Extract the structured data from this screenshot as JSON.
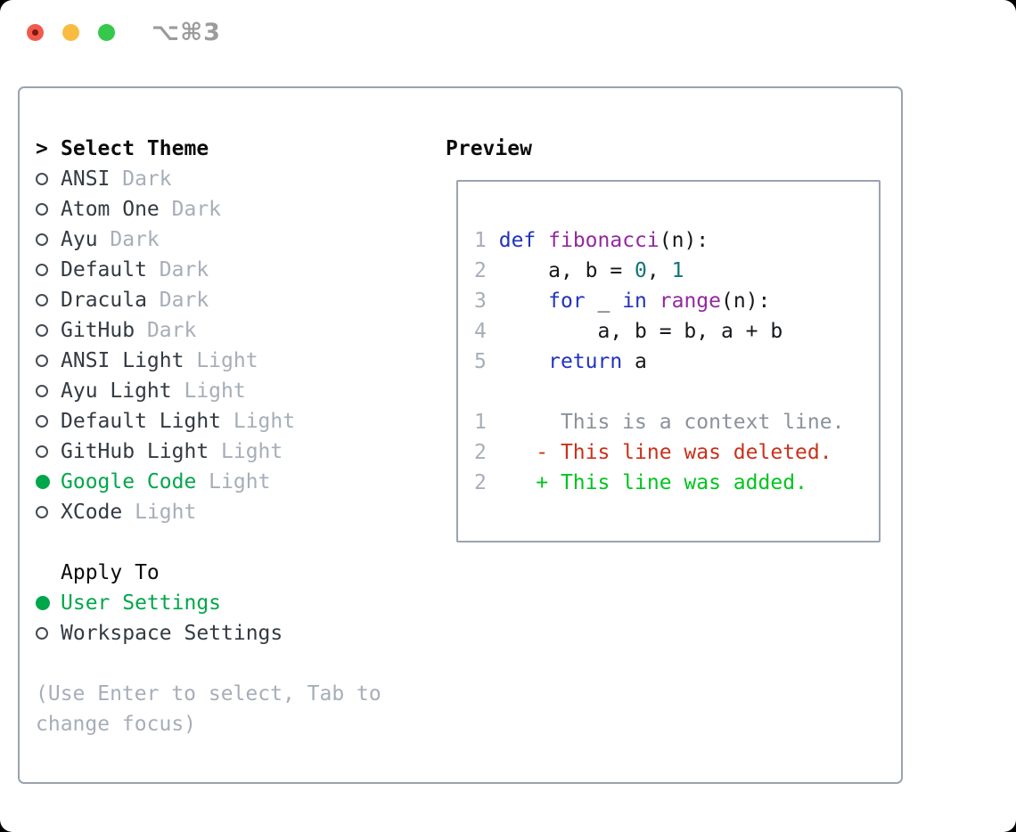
{
  "window": {
    "title": "⌥⌘3",
    "traffic_lights": [
      {
        "name": "close",
        "color": "#f2594d"
      },
      {
        "name": "minimize",
        "color": "#f9bc40"
      },
      {
        "name": "zoom",
        "color": "#36c84b"
      }
    ]
  },
  "theme_panel": {
    "prompt": ">",
    "header": "Select Theme",
    "items": [
      {
        "name": "ANSI",
        "variant": "Dark",
        "selected": false
      },
      {
        "name": "Atom One",
        "variant": "Dark",
        "selected": false
      },
      {
        "name": "Ayu",
        "variant": "Dark",
        "selected": false
      },
      {
        "name": "Default",
        "variant": "Dark",
        "selected": false
      },
      {
        "name": "Dracula",
        "variant": "Dark",
        "selected": false
      },
      {
        "name": "GitHub",
        "variant": "Dark",
        "selected": false
      },
      {
        "name": "ANSI Light",
        "variant": "Light",
        "selected": false
      },
      {
        "name": "Ayu Light",
        "variant": "Light",
        "selected": false
      },
      {
        "name": "Default Light",
        "variant": "Light",
        "selected": false
      },
      {
        "name": "GitHub Light",
        "variant": "Light",
        "selected": false
      },
      {
        "name": "Google Code",
        "variant": "Light",
        "selected": true
      },
      {
        "name": "XCode",
        "variant": "Light",
        "selected": false
      }
    ]
  },
  "apply_panel": {
    "header": "Apply To",
    "options": [
      {
        "label": "User Settings",
        "selected": true
      },
      {
        "label": "Workspace Settings",
        "selected": false
      }
    ]
  },
  "hint": {
    "text": "(Use Enter to select, Tab to change focus)"
  },
  "preview": {
    "header": "Preview",
    "code_lines": [
      [
        {
          "t": "1",
          "c": "n"
        },
        {
          "t": " ",
          "c": "p"
        },
        {
          "t": "def",
          "c": "k"
        },
        {
          "t": " ",
          "c": "p"
        },
        {
          "t": "fibonacci",
          "c": "f"
        },
        {
          "t": "(n):",
          "c": "p"
        }
      ],
      [
        {
          "t": "2",
          "c": "n"
        },
        {
          "t": "     a, b = ",
          "c": "p"
        },
        {
          "t": "0",
          "c": "l"
        },
        {
          "t": ", ",
          "c": "p"
        },
        {
          "t": "1",
          "c": "l"
        }
      ],
      [
        {
          "t": "3",
          "c": "n"
        },
        {
          "t": "     ",
          "c": "p"
        },
        {
          "t": "for",
          "c": "k"
        },
        {
          "t": " _ ",
          "c": "p"
        },
        {
          "t": "in",
          "c": "k"
        },
        {
          "t": " ",
          "c": "p"
        },
        {
          "t": "range",
          "c": "f"
        },
        {
          "t": "(n):",
          "c": "p"
        }
      ],
      [
        {
          "t": "4",
          "c": "n"
        },
        {
          "t": "         a, b = b, a + b",
          "c": "p"
        }
      ],
      [
        {
          "t": "5",
          "c": "n"
        },
        {
          "t": "     ",
          "c": "p"
        },
        {
          "t": "return",
          "c": "k"
        },
        {
          "t": " a",
          "c": "p"
        }
      ],
      [],
      [
        {
          "t": "1",
          "c": "n"
        },
        {
          "t": "      This is a context line.",
          "c": "c"
        }
      ],
      [
        {
          "t": "2",
          "c": "n"
        },
        {
          "t": "    ",
          "c": "p"
        },
        {
          "t": "- This line was deleted.",
          "c": "d"
        }
      ],
      [
        {
          "t": "2",
          "c": "n"
        },
        {
          "t": "    ",
          "c": "p"
        },
        {
          "t": "+ This line was added.",
          "c": "a"
        }
      ]
    ]
  },
  "colors": {
    "selection_green": "#00a74a",
    "added_green": "#00c41e",
    "deleted_red": "#c9311a",
    "keyword_blue": "#2133bd",
    "function_purple": "#9428a0",
    "literal_teal": "#0e7478",
    "muted_gray": "#a6aeb9",
    "context_gray": "#8b929b",
    "text_dark": "#333a42",
    "border_gray": "#9aa3b0"
  }
}
